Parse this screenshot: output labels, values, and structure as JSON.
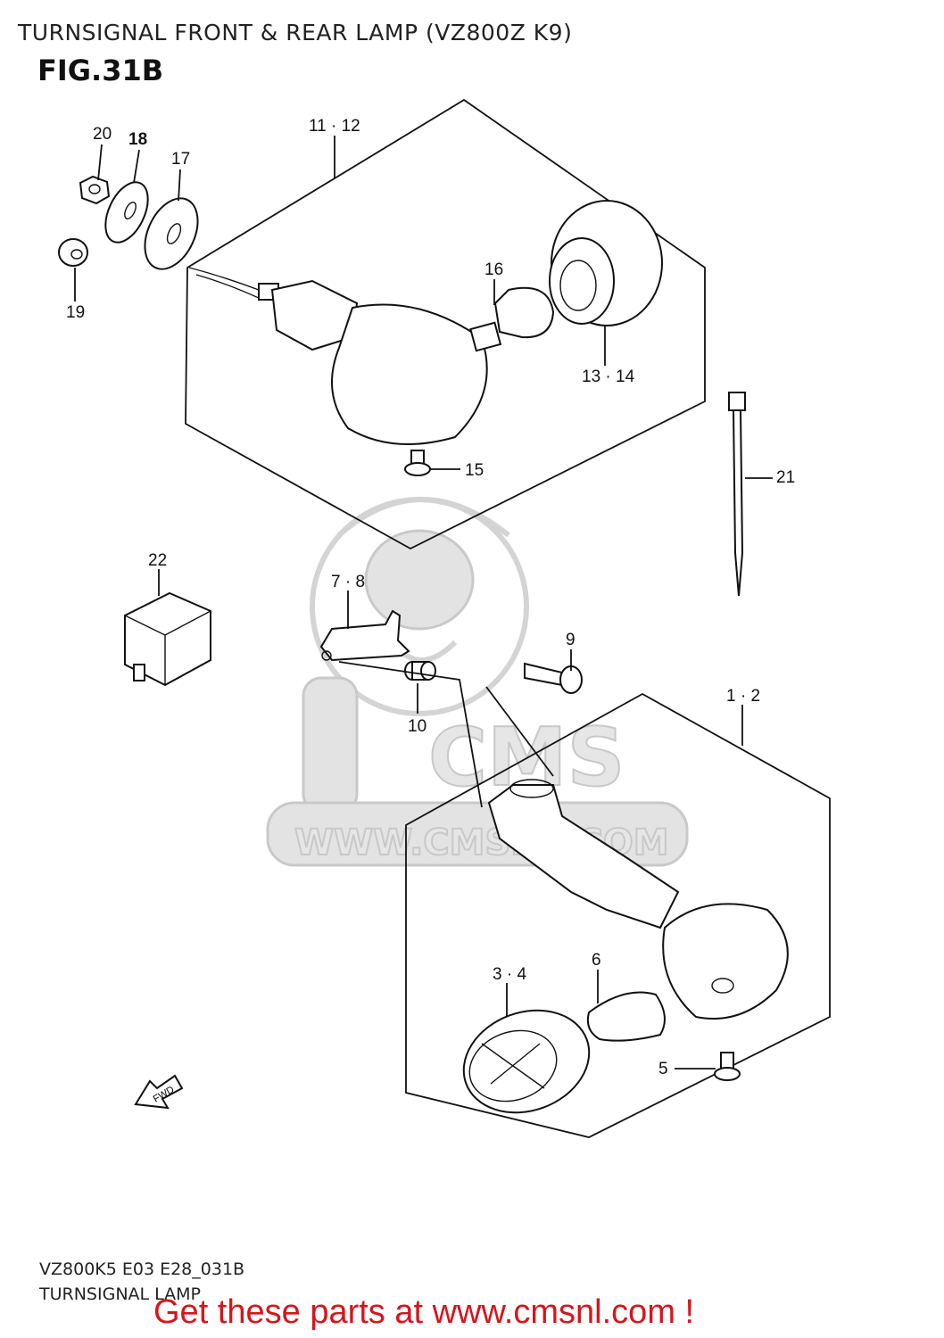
{
  "header": {
    "title": "TURNSIGNAL FRONT & REAR LAMP (VZ800Z K9)",
    "figure": "FIG.31B"
  },
  "callouts": {
    "c20": "20",
    "c18": "18",
    "c17": "17",
    "c19": "19",
    "c11_12": "11 · 12",
    "c16": "16",
    "c13_14": "13 · 14",
    "c15": "15",
    "c21": "21",
    "c22": "22",
    "c7_8": "7 · 8",
    "c9": "9",
    "c10": "10",
    "c1_2": "1 · 2",
    "c3_4": "3 · 4",
    "c6": "6",
    "c5": "5"
  },
  "fwd_label": "FWD",
  "watermark": {
    "brand": "CMS",
    "url": "WWW.CMSNL.COM"
  },
  "footer": {
    "code": "VZ800K5 E03 E28_031B",
    "name": "TURNSIGNAL LAMP",
    "promo": "Get these parts at www.cmsnl.com !"
  },
  "colors": {
    "promo": "#d9141b",
    "watermark": "#d4d4d4",
    "line": "#111111"
  }
}
